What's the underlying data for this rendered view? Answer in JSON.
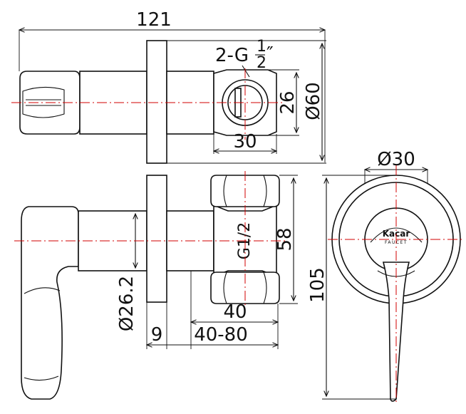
{
  "dimensions": {
    "overall_length": "121",
    "thread_count_prefix": "2-G",
    "thread_frac_num": "1",
    "thread_frac_den": "2",
    "thread_inch": "″",
    "hex_across": "26",
    "flange_dia": "Ø60",
    "connector_width": "30",
    "handle_dia": "Ø30",
    "body_length": "58",
    "body_thread": "G1/2",
    "stem_dia": "Ø26.2",
    "flange_thickness": "9",
    "install_depth": "40-80",
    "offset": "40",
    "cover_height": "105"
  },
  "brand": {
    "name": "Kacar",
    "sub": "FAUCET"
  },
  "colors": {
    "line": "#111111",
    "centerline": "#d00000"
  }
}
